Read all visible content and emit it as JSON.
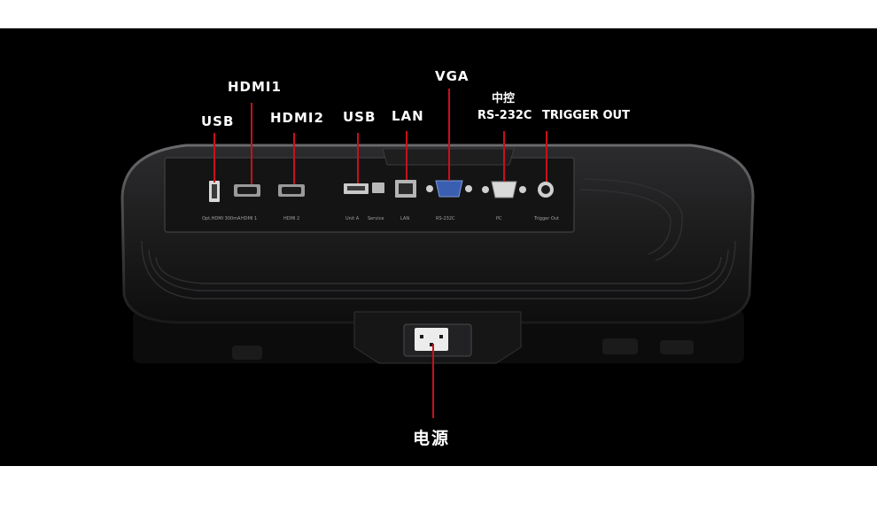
{
  "image": {
    "background_color": "#000000",
    "line_color": "#c8101a"
  },
  "callouts": {
    "usb_left": "USB",
    "hdmi1": "HDMI1",
    "hdmi2": "HDMI2",
    "usb_right": "USB",
    "lan": "LAN",
    "vga": "VGA",
    "control_line1": "中控",
    "control_line2": "RS-232C",
    "trigger_out": "TRIGGER OUT",
    "power": "电源"
  },
  "port_printed_labels": [
    "Opt.HDMI 300mA",
    "HDMI 1",
    "HDMI 2",
    "Unit A",
    "Service",
    "LAN",
    "RS-232C",
    "PC",
    "Trigger Out"
  ]
}
